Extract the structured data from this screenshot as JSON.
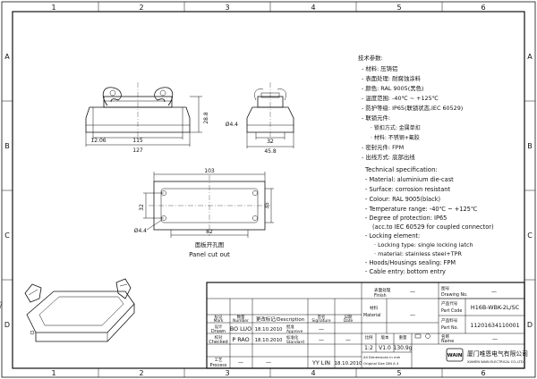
{
  "frame": {
    "top_cols": [
      "1",
      "2",
      "3",
      "4",
      "5",
      "6"
    ],
    "bottom_cols": [
      "1",
      "2",
      "3",
      "4",
      "5",
      "6"
    ],
    "left_rows": [
      "A",
      "B",
      "C",
      "D"
    ],
    "right_rows": [
      "A",
      "B",
      "C",
      "D"
    ]
  },
  "dims": {
    "front_height": "28.8",
    "front_hole": "12.06",
    "front_inner": "115",
    "front_total": "127",
    "side_hole": "Ø4.4",
    "side_inner": "32",
    "side_total": "45.8",
    "cut_width": "103",
    "cut_left": "32",
    "cut_right": "35",
    "cut_bottom": "82",
    "cut_hole": "Ø4.4"
  },
  "cutout": {
    "label_cn": "面板开孔图",
    "label_en": "Panel cut out"
  },
  "spec_cn": [
    "技术参数:",
    "- 材料: 压铸铝",
    "- 表面处理: 耐腐蚀涂料",
    "- 颜色: RAL 9005(黑色)",
    "- 温度范围: -40℃ ~ +125℃",
    "- 防护等级: IP65(联锁状态,IEC 60529)",
    "- 联锁元件:",
    "· 锁扣方式: 金属单扣",
    "· 材料: 不锈钢+氟胶",
    "- 密封元件: FPM",
    "- 出线方式: 底部出线"
  ],
  "spec_en": [
    "Technical specification:",
    "- Material: aluminium die-cast",
    "- Surface: corrosion resistant",
    "- Colour: RAL 9005(black)",
    "- Temperature range: -40℃ ~ +125℃",
    "- Degree of protection: IP65",
    "(acc.to IEC 60529 for coupled connector)",
    "- Locking element:",
    "· Locking type: single locking latch",
    "· material: stainless steel+TPR",
    "- Hoods/Housings sealing: FPM",
    "- Cable entry: bottom entry"
  ],
  "title_block": {
    "finish_cn": "表面处理",
    "finish_en": "Finish",
    "material_cn": "材料",
    "material_en": "Material",
    "material_val": "—",
    "finish_val": "—",
    "drawing_no_cn": "图号",
    "drawing_no_en": "Drawing No.",
    "drawing_no_val": "—",
    "part_code_cn": "产品代号",
    "part_code_en": "Part Code",
    "part_code_val": "H16B-WBK-2L/SC",
    "part_no_cn": "产品料号",
    "part_no_en": "Part No.",
    "part_no_val": "11201634110001",
    "name_cn": "名称",
    "name_en": "Name",
    "name_val": "—",
    "hdr_mark": [
      "标记",
      "Mark"
    ],
    "hdr_number": [
      "数量",
      "Number"
    ],
    "hdr_rev": [
      "更改标记/Description"
    ],
    "hdr_sig": [
      "签名",
      "Signature"
    ],
    "hdr_date": [
      "日期",
      "Date"
    ],
    "drawn_cn": "设计",
    "drawn_en": "Drawn",
    "drawn_name": "BO LUO",
    "drawn_date": "18.10.2010",
    "checked_cn": "校对",
    "checked_en": "Checked",
    "checked_name": "P RAO",
    "checked_date": "18.10.2010",
    "process_cn": "工艺",
    "process_en": "Process",
    "std_cn": "标准化",
    "std_en": "Standard",
    "std_name": "YY LIN",
    "std_date": "18.10.2010",
    "approve_cn": "批准",
    "approve_en": "Approve",
    "sig_dash": "—",
    "scale_cn": "比例",
    "scale_en": "Scale",
    "scale_val": "1:2",
    "rev_cn": "版本",
    "rev_en": "REV.",
    "rev_val": "V1.0",
    "weight_cn": "重量",
    "weight_en": "Weight",
    "weight_val": "130.9g",
    "dims_note_1": "All Dimensions in mm",
    "dims_note_2": "Original Size DIN A 4",
    "company_cn": "厦门唯恩电气有限公司",
    "company_en": "XIAMEN WAIN ELECTRICAL CO.,LTD",
    "logo": "WAIN"
  }
}
